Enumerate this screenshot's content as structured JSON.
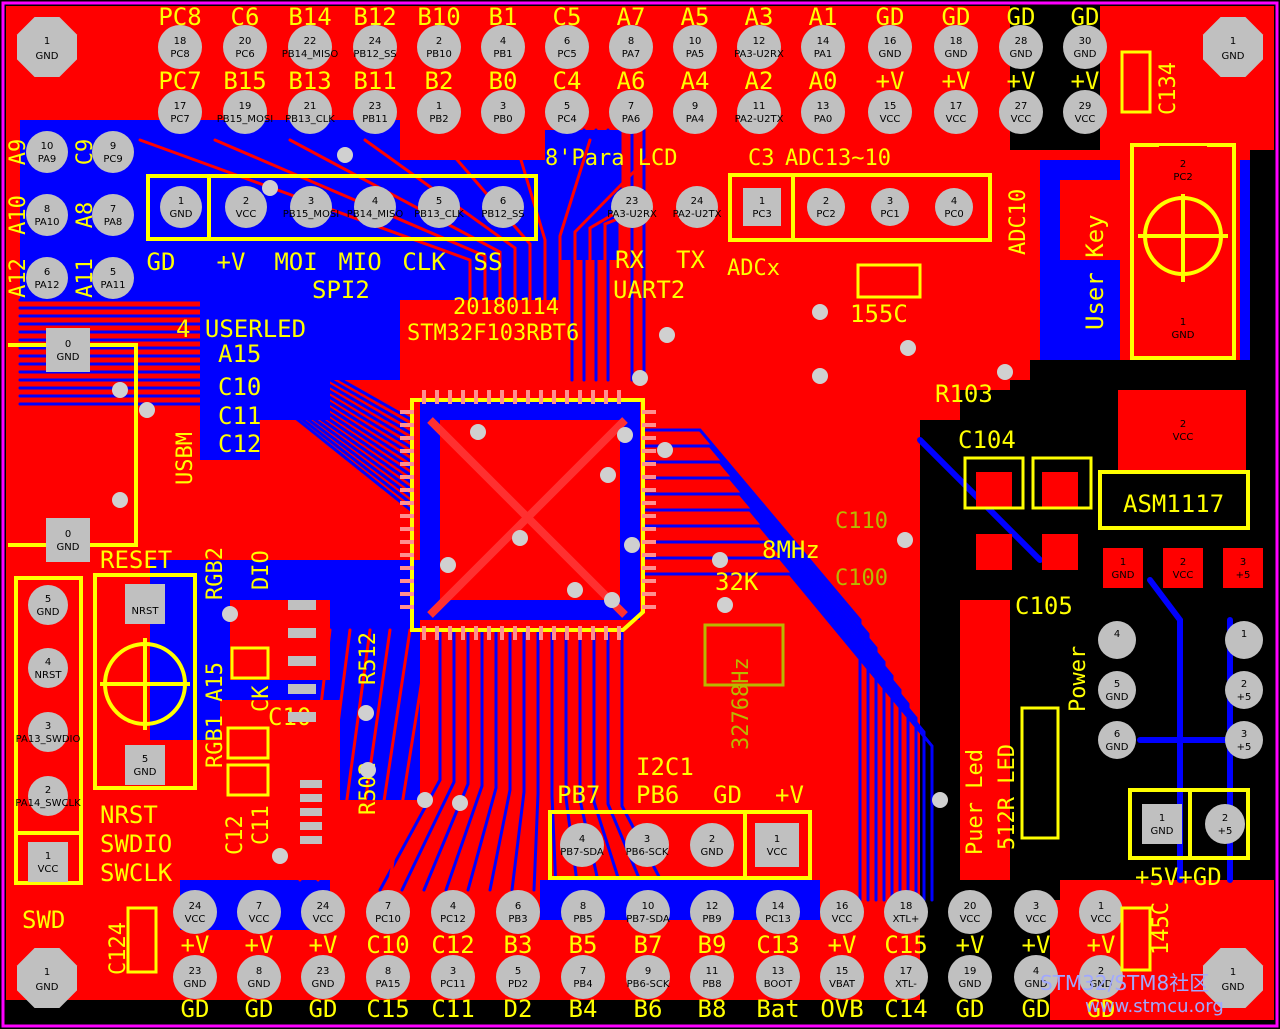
{
  "colors": {
    "background": "#000000",
    "board_outline": "#ff00ff",
    "top_copper": "#ff0000",
    "bottom_copper": "#0000ff",
    "silkscreen": "#ffff00",
    "overlay_dim": "#b8b800",
    "pad": "#c0c0c0",
    "via": "#d0d0d0"
  },
  "board": {
    "mcu_label": "STM32F103RBT6",
    "date_label": "20180114",
    "corner_pad": {
      "num": "1",
      "net": "GND"
    }
  },
  "header_top": {
    "row1_labels": [
      "PC8",
      "C6",
      "B14",
      "B12",
      "B10",
      "B1",
      "C5",
      "A7",
      "A5",
      "A3",
      "A1",
      "GD",
      "GD",
      "GD",
      "GD"
    ],
    "row1_pads": [
      {
        "num": "18",
        "net": "PC8"
      },
      {
        "num": "20",
        "net": "PC6"
      },
      {
        "num": "22",
        "net": "PB14_MISO"
      },
      {
        "num": "24",
        "net": "PB12_SS"
      },
      {
        "num": "2",
        "net": "PB10"
      },
      {
        "num": "4",
        "net": "PB1"
      },
      {
        "num": "6",
        "net": "PC5"
      },
      {
        "num": "8",
        "net": "PA7"
      },
      {
        "num": "10",
        "net": "PA5"
      },
      {
        "num": "12",
        "net": "PA3-U2RX"
      },
      {
        "num": "14",
        "net": "PA1"
      },
      {
        "num": "16",
        "net": "GND"
      },
      {
        "num": "18",
        "net": "GND"
      },
      {
        "num": "28",
        "net": "GND"
      },
      {
        "num": "30",
        "net": "GND"
      }
    ],
    "row2_labels": [
      "PC7",
      "B15",
      "B13",
      "B11",
      "B2",
      "B0",
      "C4",
      "A6",
      "A4",
      "A2",
      "A0",
      "+V",
      "+V",
      "+V",
      "+V"
    ],
    "row2_pads": [
      {
        "num": "17",
        "net": "PC7"
      },
      {
        "num": "19",
        "net": "PB15_MOSI"
      },
      {
        "num": "21",
        "net": "PB13_CLK"
      },
      {
        "num": "23",
        "net": "PB11"
      },
      {
        "num": "1",
        "net": "PB2"
      },
      {
        "num": "3",
        "net": "PB0"
      },
      {
        "num": "5",
        "net": "PC4"
      },
      {
        "num": "7",
        "net": "PA6"
      },
      {
        "num": "9",
        "net": "PA4"
      },
      {
        "num": "11",
        "net": "PA2-U2TX"
      },
      {
        "num": "13",
        "net": "PA0"
      },
      {
        "num": "15",
        "net": "VCC"
      },
      {
        "num": "17",
        "net": "VCC"
      },
      {
        "num": "27",
        "net": "VCC"
      },
      {
        "num": "29",
        "net": "VCC"
      }
    ]
  },
  "header_bottom": {
    "row1_labels": [
      "+V",
      "+V",
      "+V",
      "C10",
      "C12",
      "B3",
      "B5",
      "B7",
      "B9",
      "C13",
      "+V",
      "C15",
      "+V",
      "+V",
      "+V"
    ],
    "row1_pads": [
      {
        "num": "24",
        "net": "VCC"
      },
      {
        "num": "7",
        "net": "VCC"
      },
      {
        "num": "24",
        "net": "VCC"
      },
      {
        "num": "7",
        "net": "PC10"
      },
      {
        "num": "4",
        "net": "PC12"
      },
      {
        "num": "6",
        "net": "PB3"
      },
      {
        "num": "8",
        "net": "PB5"
      },
      {
        "num": "10",
        "net": "PB7-SDA"
      },
      {
        "num": "12",
        "net": "PB9"
      },
      {
        "num": "14",
        "net": "PC13"
      },
      {
        "num": "16",
        "net": "VCC"
      },
      {
        "num": "18",
        "net": "XTL+"
      },
      {
        "num": "20",
        "net": "VCC"
      },
      {
        "num": "3",
        "net": "VCC"
      },
      {
        "num": "1",
        "net": "VCC"
      }
    ],
    "row2_labels": [
      "GD",
      "GD",
      "GD",
      "C15",
      "C11",
      "D2",
      "B4",
      "B6",
      "B8",
      "Bat",
      "OVB",
      "C14",
      "GD",
      "GD",
      "GD"
    ],
    "row2_pads": [
      {
        "num": "23",
        "net": "GND"
      },
      {
        "num": "8",
        "net": "GND"
      },
      {
        "num": "23",
        "net": "GND"
      },
      {
        "num": "8",
        "net": "PA15"
      },
      {
        "num": "3",
        "net": "PC11"
      },
      {
        "num": "5",
        "net": "PD2"
      },
      {
        "num": "7",
        "net": "PB4"
      },
      {
        "num": "9",
        "net": "PB6-SCK"
      },
      {
        "num": "11",
        "net": "PB8"
      },
      {
        "num": "13",
        "net": "BOOT"
      },
      {
        "num": "15",
        "net": "VBAT"
      },
      {
        "num": "17",
        "net": "XTL-"
      },
      {
        "num": "19",
        "net": "GND"
      },
      {
        "num": "4",
        "net": "GND"
      },
      {
        "num": "2",
        "net": "GND"
      }
    ]
  },
  "left_header": {
    "row_labels": [
      [
        "A9",
        "C9"
      ],
      [
        "A10",
        "A8"
      ],
      [
        "A12",
        "A11"
      ]
    ],
    "pads": [
      {
        "num": "10",
        "net": "PA9"
      },
      {
        "num": "9",
        "net": "PC9"
      },
      {
        "num": "8",
        "net": "PA10"
      },
      {
        "num": "7",
        "net": "PA8"
      },
      {
        "num": "6",
        "net": "PA12"
      },
      {
        "num": "5",
        "net": "PA11"
      }
    ]
  },
  "spi_header": {
    "labels": [
      "GD",
      "+V",
      "MOI",
      "MIO",
      "CLK",
      "SS"
    ],
    "title": "SPI2",
    "pads": [
      {
        "num": "1",
        "net": "GND"
      },
      {
        "num": "2",
        "net": "VCC"
      },
      {
        "num": "3",
        "net": "PB15_MOSI"
      },
      {
        "num": "4",
        "net": "PB14_MISO"
      },
      {
        "num": "5",
        "net": "PB13_CLK"
      },
      {
        "num": "6",
        "net": "PB12_SS"
      }
    ]
  },
  "lcd": {
    "label": "8'Para LCD"
  },
  "uart": {
    "labels": [
      "RX",
      "TX"
    ],
    "title": "UART2",
    "pads": [
      {
        "num": "23",
        "net": "PA3-U2RX"
      },
      {
        "num": "24",
        "net": "PA2-U2TX"
      }
    ]
  },
  "adc": {
    "title": "ADC13~10",
    "sub": "ADCx",
    "vertical": "ADC10",
    "pads": [
      {
        "num": "1",
        "net": "PC3"
      },
      {
        "num": "2",
        "net": "PC2"
      },
      {
        "num": "3",
        "net": "PC1"
      },
      {
        "num": "4",
        "net": "PC0"
      }
    ]
  },
  "user_key": {
    "label": "User Key",
    "pads": [
      {
        "num": "2",
        "net": "PC2"
      },
      {
        "num": "1",
        "net": "GND"
      }
    ]
  },
  "usb": {
    "label": "USBM",
    "pads": [
      {
        "num": "0",
        "net": "GND"
      },
      {
        "num": "0",
        "net": "GND"
      }
    ]
  },
  "user_led": {
    "title": "4 USERLED",
    "lines": [
      "A15",
      "C10",
      "C11",
      "C12"
    ]
  },
  "reset": {
    "label": "RESET",
    "pads": [
      {
        "num": "",
        "net": "NRST"
      },
      {
        "num": "5",
        "net": "GND"
      }
    ]
  },
  "swd": {
    "label": "SWD",
    "lines": [
      "NRST",
      "SWDIO",
      "SWCLK"
    ],
    "pads": [
      {
        "num": "5",
        "net": "GND"
      },
      {
        "num": "4",
        "net": "NRST"
      },
      {
        "num": "3",
        "net": "PA13_SWDIO"
      },
      {
        "num": "2",
        "net": "PA14_SWCLK"
      },
      {
        "num": "1",
        "net": "VCC"
      }
    ]
  },
  "i2c": {
    "title": "I2C1",
    "labels": [
      "PB7",
      "PB6",
      "GD",
      "+V"
    ],
    "pads": [
      {
        "num": "4",
        "net": "PB7-SDA"
      },
      {
        "num": "3",
        "net": "PB6-SCK"
      },
      {
        "num": "2",
        "net": "GND"
      },
      {
        "num": "1",
        "net": "VCC"
      }
    ]
  },
  "regulator": {
    "label": "ASM1117",
    "cap1": "C104",
    "cap2": "C105",
    "pads": [
      {
        "num": "1",
        "net": "GND"
      },
      {
        "num": "2",
        "net": "VCC"
      },
      {
        "num": "3",
        "net": "+5"
      }
    ],
    "tab_pad": {
      "num": "2",
      "net": "VCC"
    }
  },
  "power": {
    "label": "Power",
    "pads": [
      {
        "num": "4",
        "net": ""
      },
      {
        "num": "1",
        "net": ""
      },
      {
        "num": "5",
        "net": "GND"
      },
      {
        "num": "2",
        "net": "+5"
      },
      {
        "num": "6",
        "net": "GND"
      },
      {
        "num": "3",
        "net": "+5"
      }
    ],
    "connector_label": "+5V+GD",
    "connector_pads": [
      {
        "num": "1",
        "net": "GND"
      },
      {
        "num": "2",
        "net": "+5"
      }
    ]
  },
  "leds": {
    "label1": "Puer Led",
    "label2": "512R LED"
  },
  "misc_labels": {
    "c134": "C134",
    "c155": "155C",
    "r103": "R103",
    "c124": "C124",
    "c145": "145C",
    "r512": "R512",
    "r502": "R502",
    "c10": "C10",
    "c12": "C12",
    "c11": "C11",
    "ck": "CK",
    "rgb1": "RGB1 A15",
    "rgb2": "RGB2",
    "dio": "DIO",
    "mhz8": "8MHz",
    "k32": "32K",
    "c110": "C110",
    "c100": "C100",
    "xtal32": "32768Hz",
    "c3": "C3"
  },
  "watermark": {
    "text": "STM32/STM8社区",
    "url": "www.stmcu.org"
  }
}
